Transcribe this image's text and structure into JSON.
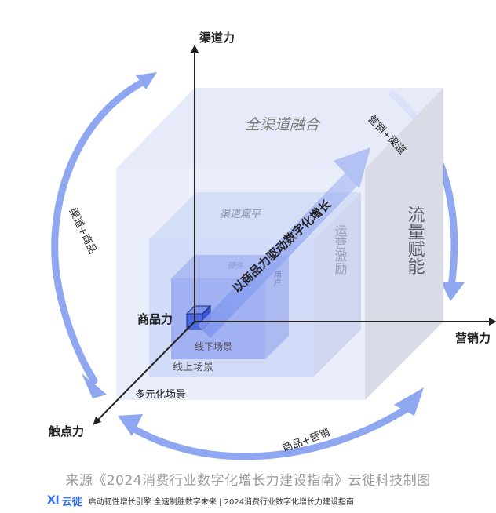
{
  "axes": {
    "y_label": "渠道力",
    "x_label": "营销力",
    "z_label": "触点力",
    "origin_label": "商品力"
  },
  "layers": {
    "outer": {
      "top": "全渠道融合",
      "side": "流量赋能",
      "bottom": "多元化场景"
    },
    "middle": {
      "top": "渠道扁平",
      "side": "运营激励",
      "bottom": "线上场景"
    },
    "inner": {
      "top": "硬件",
      "side": "用户",
      "bottom": "线下场景"
    }
  },
  "diagonal_label": "以商品力驱动数字化增长",
  "cycle": {
    "left": "渠道+商品",
    "bottom": "商品+营销",
    "top_right": "营销+渠道"
  },
  "source": "来源《2024消费行业数字化增长力建设指南》云徙科技制图",
  "footer": {
    "logo_mark": "Ⅺ",
    "logo_text": "云徙",
    "tagline": "启动韧性增长引擎  全速制胜数字未来 | 2024消费行业数字化增长力建设指南"
  },
  "colors": {
    "arrow_blue": "#8ea7f0",
    "outer_front": "#e6ebfa",
    "outer_side": "#d9dbe6",
    "mid_front": "#c9d4f6",
    "inner_front": "#8d9ff0",
    "core": "#4a68e6"
  }
}
